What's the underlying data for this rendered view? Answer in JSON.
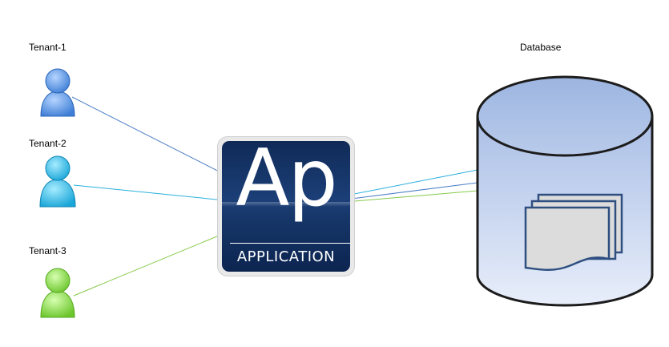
{
  "tenants": [
    {
      "label": "Tenant-1",
      "color": "#4f8fe0",
      "line_color": "#4e7fc6"
    },
    {
      "label": "Tenant-2",
      "color": "#27b6e8",
      "line_color": "#29b0dc"
    },
    {
      "label": "Tenant-3",
      "color": "#7fd63a",
      "line_color": "#86c94a"
    }
  ],
  "database": {
    "label": "Database",
    "fill": "#c8d6ef",
    "stroke": "#1c1c1c"
  },
  "application": {
    "logo": "Ap",
    "name": "APPLICATION"
  }
}
